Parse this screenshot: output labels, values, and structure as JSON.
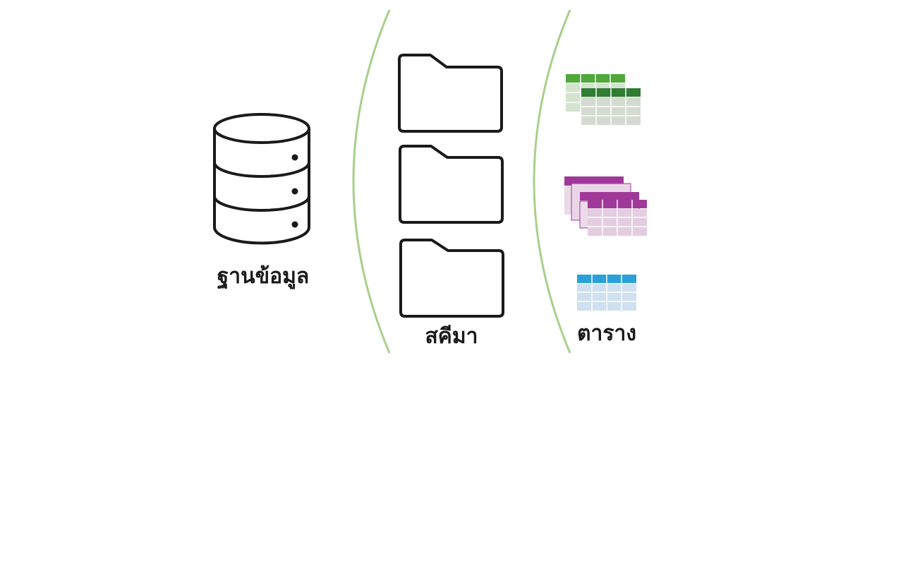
{
  "labels": {
    "database": "ฐานข้อมูล",
    "schema": "สคีมา",
    "table": "ตาราง"
  },
  "icons": {
    "database": "database-icon",
    "folder": "folder-icon",
    "table_groups": [
      "table-stack-green-icon",
      "table-stack-purple-icon",
      "table-blue-icon"
    ]
  },
  "colors": {
    "bracket": "#a7d08c",
    "outline": "#1a1a1a",
    "green_header": "#4ea83a",
    "green_header_dark": "#2f7d32",
    "green_cell": "#d3e3cf",
    "purple_header": "#a0389a",
    "purple_cell": "#e4cde0",
    "blue_header": "#2aa0d8",
    "blue_cell": "#cfe0f0"
  }
}
